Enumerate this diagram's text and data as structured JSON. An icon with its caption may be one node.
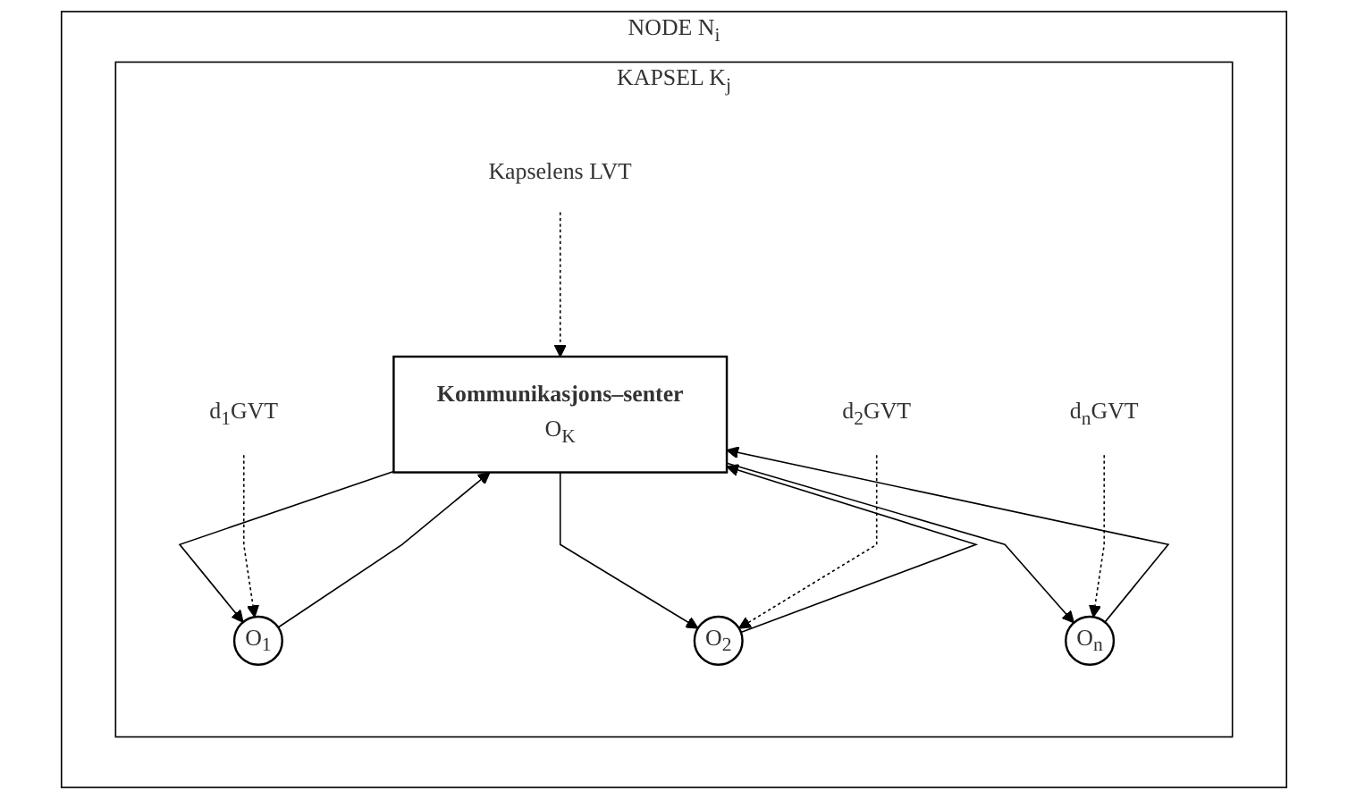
{
  "diagram": {
    "nodes": [
      {
        "text": [
          "NODE N$_{i}$"
        ]
      },
      {
        "text": [
          "KAPSEL K$_{j}$"
        ],
        "in": 0
      },
      {
        "text": [
          "Kommunikasjons–senter",
          "O$_{K}$"
        ],
        "in": 1
      },
      {
        "text": [
          "Kapselens LVT"
        ],
        "in": 1
      },
      {
        "text": [
          "O$_{1}$"
        ],
        "in": 1
      },
      {
        "text": [
          "O$_{2}$"
        ],
        "in": 1
      },
      {
        "text": [
          "O$_{n}$"
        ],
        "in": 1
      },
      {
        "text": [
          "d$_{1}$GVT"
        ],
        "in": 1
      },
      {
        "text": [
          "d$_{2}$GVT"
        ],
        "in": 1
      },
      {
        "text": [
          "d$_{n}$GVT"
        ],
        "in": 1
      }
    ],
    "edges": [
      {
        "from": 3,
        "to": 2,
        "arrow": "to",
        "style": "dashed"
      },
      {
        "from": 2,
        "to": 4,
        "arrow": "to"
      },
      {
        "from": 4,
        "to": 2,
        "arrow": "to"
      },
      {
        "from": 2,
        "to": 5,
        "arrow": "to"
      },
      {
        "from": 5,
        "to": 2,
        "arrow": "to"
      },
      {
        "from": 6,
        "to": 2,
        "arrow": "to"
      },
      {
        "from": 2,
        "to": 6,
        "arrow": "to"
      },
      {
        "from": 7,
        "to": 4,
        "arrow": "to",
        "style": "dashed"
      },
      {
        "from": 8,
        "to": 5,
        "arrow": "to",
        "style": "dashed"
      },
      {
        "from": 9,
        "to": 6,
        "arrow": "to",
        "style": "dashed"
      }
    ]
  }
}
